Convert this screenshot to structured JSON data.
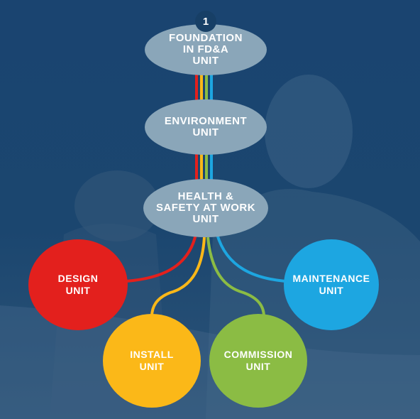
{
  "step_badge": "1",
  "colors": {
    "background": "#173f66",
    "core_node": "#8aa6b9",
    "design": "#e3201d",
    "install": "#fbb818",
    "commission": "#8bbc44",
    "maintenance": "#1da6e1"
  },
  "core_nodes": [
    {
      "id": "foundation",
      "label": "FOUNDATION\nIN FD&A\nUNIT"
    },
    {
      "id": "environment",
      "label": "ENVIRONMENT\nUNIT"
    },
    {
      "id": "health-safety",
      "label": "HEALTH &\nSAFETY AT WORK\nUNIT"
    }
  ],
  "branch_nodes": [
    {
      "id": "design",
      "label": "DESIGN\nUNIT"
    },
    {
      "id": "install",
      "label": "INSTALL\nUNIT"
    },
    {
      "id": "commission",
      "label": "COMMISSION\nUNIT"
    },
    {
      "id": "maintenance",
      "label": "MAINTENANCE\nUNIT"
    }
  ]
}
